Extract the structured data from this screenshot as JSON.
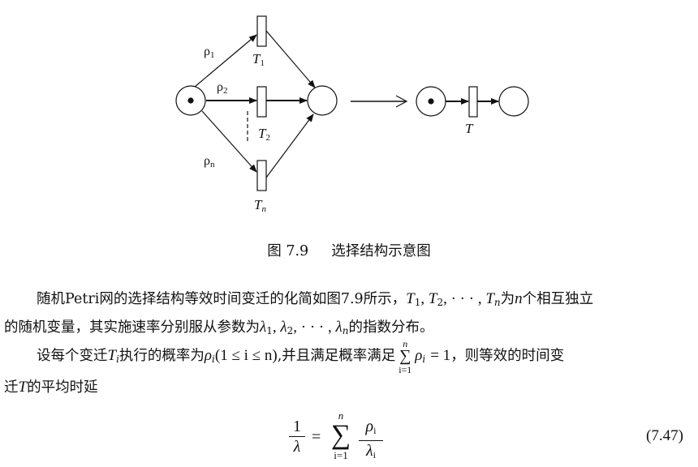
{
  "figure": {
    "labels": {
      "rho1": "ρ",
      "rho1_sub": "1",
      "rho2": "ρ",
      "rho2_sub": "2",
      "rhon": "ρ",
      "rhon_sub": "n",
      "t1": "T",
      "t1_sub": "1",
      "t2": "T",
      "t2_sub": "2",
      "tn": "T",
      "tn_sub": "n",
      "t": "T"
    },
    "caption_number": "图 7.9",
    "caption_title": "选择结构示意图"
  },
  "paragraph1": {
    "line1_text": "随机Petri网的选择结构等效时间变迁的化简如图7.9所示，",
    "line1_math": "T",
    "line1_tail": "个相互独立",
    "line2_text": "的随机变量，其实施速率分别服从参数为",
    "line2_tail": "的指数分布。"
  },
  "paragraph2": {
    "line1_a": "设每个变迁",
    "line1_b": "执行的概率为",
    "line1_c": ",并且满足概率满足",
    "line1_d": "，则等效的时间变",
    "line2_a": "迁",
    "line2_b": "的平均时延"
  },
  "math": {
    "T": "T",
    "i": "i",
    "n": "n",
    "rho": "ρ",
    "lambda": "λ",
    "one": "1",
    "two": "2",
    "cdots": "· · ·",
    "cond": "(1 ≤ i ≤ n)",
    "sum": "∑",
    "i_eq_1": "i=1",
    "eq_1": "= 1",
    "equals": "="
  },
  "equation_number": "(7.47)"
}
